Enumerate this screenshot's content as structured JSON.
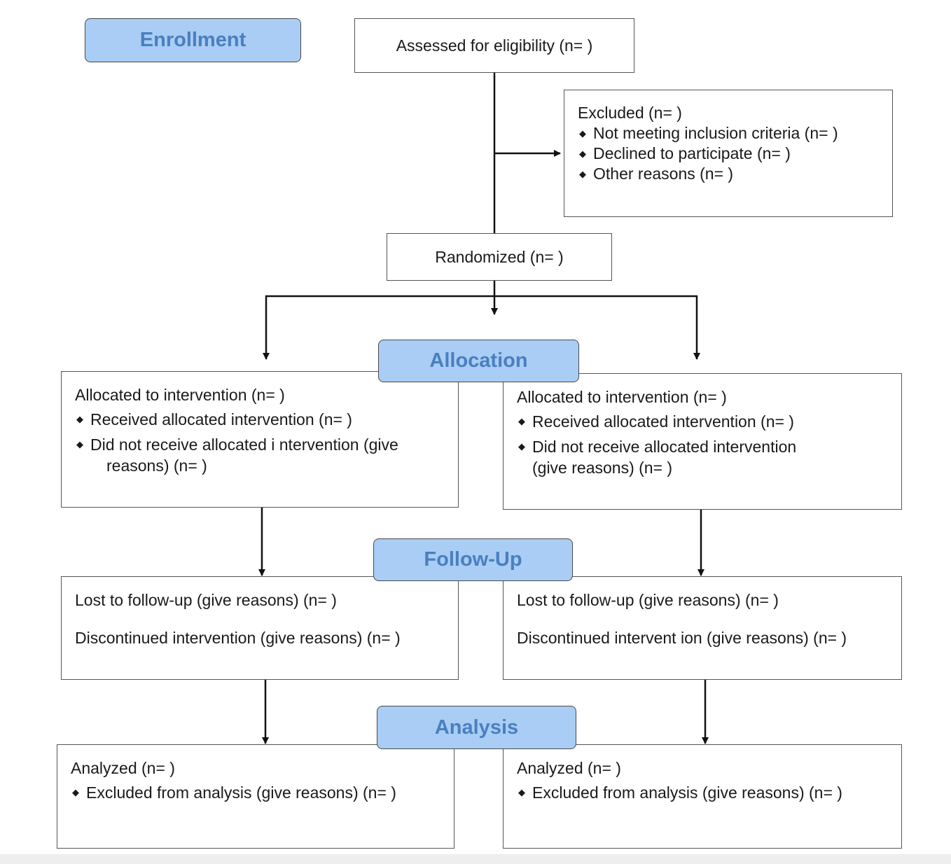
{
  "stages": {
    "enrollment": "Enrollment",
    "allocation": "Allocation",
    "follow_up": "Follow-Up",
    "analysis": "Analysis"
  },
  "assessed": "Assessed for eligibility (n=  )",
  "excluded": {
    "title": "Excluded  (n= )",
    "items": [
      "Not meeting inclusion criteria (n=  )",
      "Declined to participate (n=  )",
      "Other reasons (n= )"
    ]
  },
  "randomized": "Randomized (n= )",
  "allocation_left": {
    "title": "Allocated to intervention (n=  )",
    "received": "Received allocated intervention  (n= )",
    "not_received_1": "Did not receive allocated i ntervention (give",
    "not_received_2": "reasons) (n= )"
  },
  "allocation_right": {
    "title": "Allocated to intervention (n=  )",
    "received": "Received allocated intervention (n=  )",
    "not_received_1": "Did not receive allocated  intervention",
    "not_received_2": "(give reasons) (n=  )"
  },
  "followup_left": {
    "lost": "Lost to follow-up (give reasons)  (n= )",
    "discontinued": "Discontinued  intervention (give reasons) (n=  )"
  },
  "followup_right": {
    "lost": "Lost to follow-up (give reasons) (n=  )",
    "discontinued": "Discontinued intervent ion (give reasons) (n=  )"
  },
  "analysis_left": {
    "analyzed": "Analyzed (n= )",
    "excluded": "Excluded from analysis (give reasons) (n=  )"
  },
  "analysis_right": {
    "analyzed": "Analyzed  (n= )",
    "excluded": "Excluded from analysis (give reasons) (n=  )"
  },
  "bullet_glyph": "◆",
  "colors": {
    "stage_fill": "#a9cdf4",
    "stage_text": "#4a7fc0",
    "border": "#555555",
    "connector": "#111111"
  }
}
